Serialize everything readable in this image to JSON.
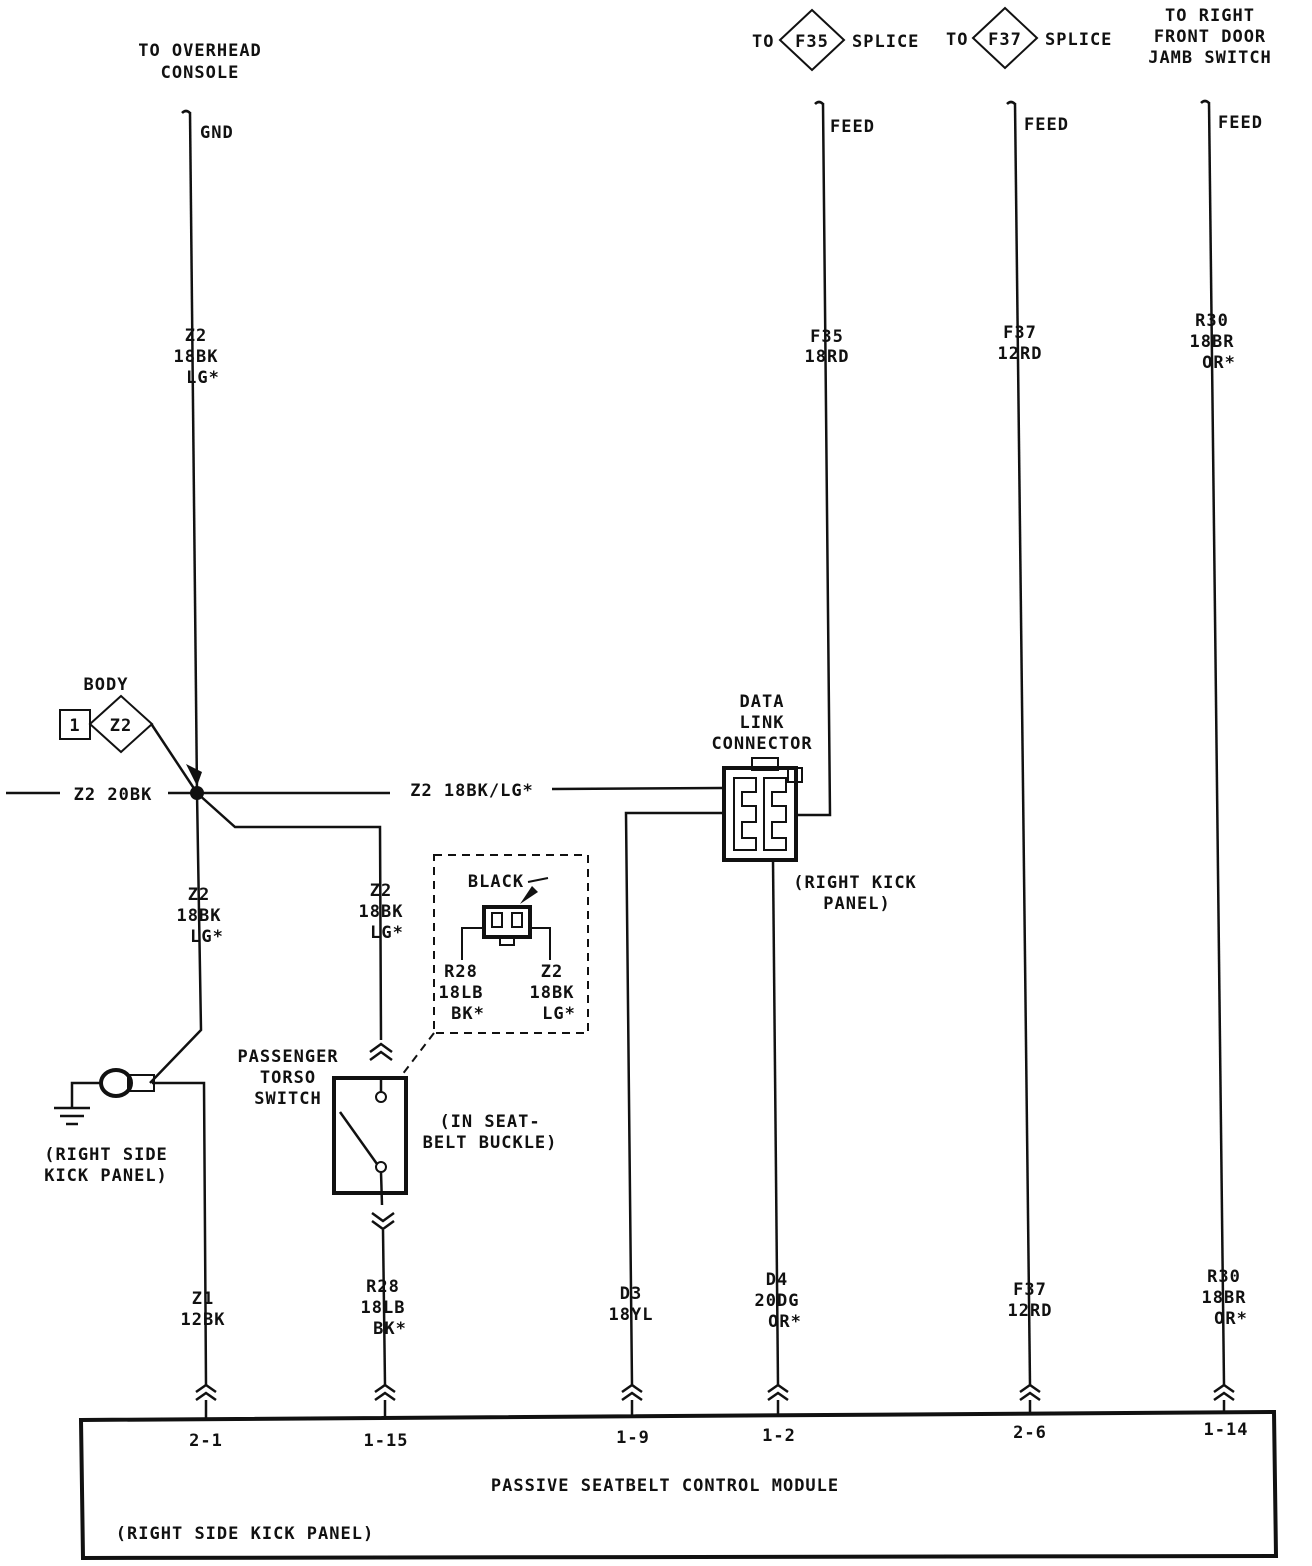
{
  "top_labels": {
    "overhead_1": "TO OVERHEAD",
    "overhead_2": "CONSOLE",
    "gnd": "GND",
    "to1": "TO",
    "f35": "F35",
    "splice1": "SPLICE",
    "to2": "TO",
    "f37": "F37",
    "splice2": "SPLICE",
    "door_1": "TO RIGHT",
    "door_2": "FRONT DOOR",
    "door_3": "JAMB SWITCH",
    "feed1": "FEED",
    "feed2": "FEED",
    "feed3": "FEED"
  },
  "wire_labels": {
    "z2_top": [
      "Z2",
      "18BK",
      "LG*"
    ],
    "f35": [
      "F35",
      "18RD"
    ],
    "f37_top": [
      "F37",
      "12RD"
    ],
    "r30_top": [
      "R30",
      "18BR",
      "OR*"
    ],
    "z2_20bk": "Z2 20BK",
    "z2_18bk_lg": "Z2 18BK/LG*",
    "z2_left": [
      "Z2",
      "18BK",
      "LG*"
    ],
    "z2_mid": [
      "Z2",
      "18BK",
      "LG*"
    ],
    "z1": [
      "Z1",
      "12BK"
    ],
    "r28": [
      "R28",
      "18LB",
      "BK*"
    ],
    "d3": [
      "D3",
      "18YL"
    ],
    "d4": [
      "D4",
      "20DG",
      "OR*"
    ],
    "f37_bottom": [
      "F37",
      "12RD"
    ],
    "r30_bottom": [
      "R30",
      "18BR",
      "OR*"
    ]
  },
  "splice": {
    "body": "BODY",
    "one": "1",
    "z2": "Z2"
  },
  "data_link": {
    "title": [
      "DATA",
      "LINK",
      "CONNECTOR"
    ],
    "location": [
      "(RIGHT KICK",
      "PANEL)"
    ]
  },
  "inset": {
    "black": "BLACK",
    "r28": [
      "R28",
      "18LB",
      "BK*"
    ],
    "z2": [
      "Z2",
      "18BK",
      "LG*"
    ]
  },
  "ground": {
    "location": [
      "(RIGHT SIDE",
      "KICK PANEL)"
    ]
  },
  "switch": {
    "name": [
      "PASSENGER",
      "TORSO",
      "SWITCH"
    ],
    "location": [
      "(IN SEAT-",
      "BELT BUCKLE)"
    ]
  },
  "module": {
    "title": "PASSIVE SEATBELT CONTROL MODULE",
    "location": "(RIGHT SIDE KICK PANEL)",
    "pins": [
      "2-1",
      "1-15",
      "1-9",
      "1-2",
      "2-6",
      "1-14"
    ]
  }
}
